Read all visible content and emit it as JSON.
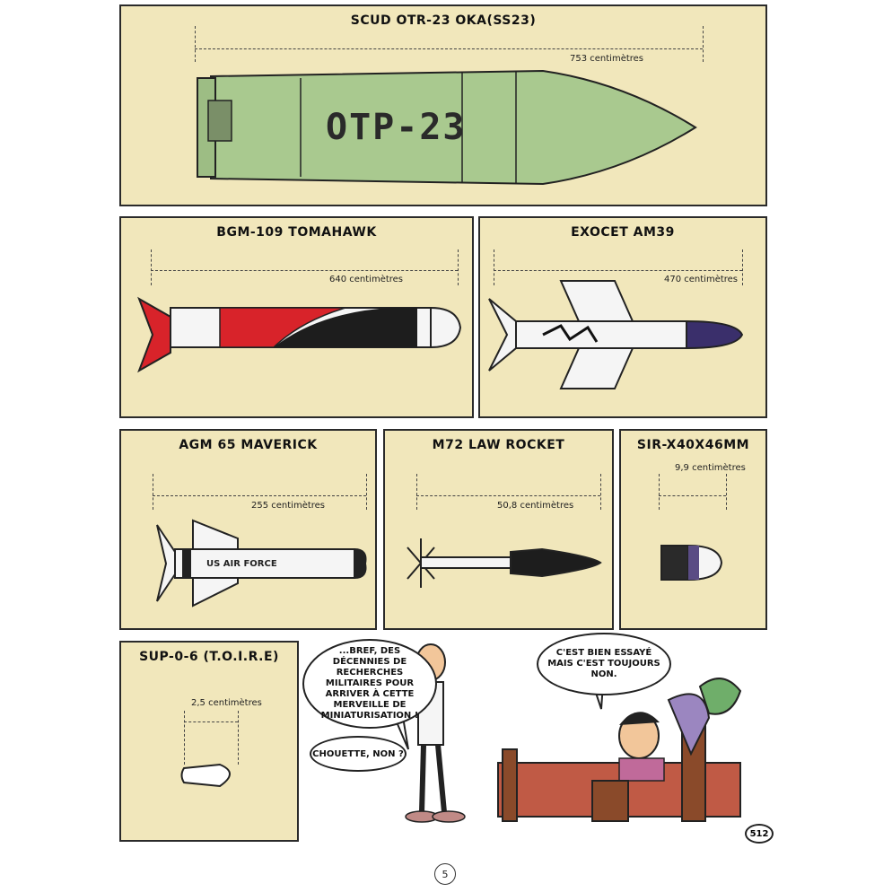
{
  "panels": {
    "scud": {
      "title": "SCUD OTR-23 OKA(SS23)",
      "dimension": "753 centimètres",
      "body_text": "ОТР-23"
    },
    "tomahawk": {
      "title": "BGM-109  TOMAHAWK",
      "dimension": "640 centimètres"
    },
    "exocet": {
      "title": "EXOCET AM39",
      "dimension": "470 centimètres"
    },
    "maverick": {
      "title": "AGM 65 MAVERICK",
      "dimension": "255 centimètres",
      "body_text": "US AIR FORCE"
    },
    "law": {
      "title": "M72 LAW ROCKET",
      "dimension": "50,8 centimètres"
    },
    "sir": {
      "title": "SIR-X40X46MM",
      "dimension": "9,9 centimètres"
    },
    "sup": {
      "title": "SUP-0-6 (T.O.I.R.E)",
      "dimension": "2,5 centimètres"
    }
  },
  "speech": {
    "left": "...BREF, DES DÉCENNIES DE RECHERCHES MILITAIRES POUR ARRIVER À CETTE MERVEILLE DE MINIATURISATION !",
    "left_small": "CHOUETTE, NON ?",
    "right": "C'EST BIEN ESSAYÉ MAIS C'EST TOUJOURS NON."
  },
  "page_number": "5",
  "artist_badge": "512",
  "colors": {
    "panel_bg": "#f1e7bb",
    "scud_green": "#a9c98f",
    "tomahawk_red": "#d8232a",
    "exocet_dark": "#3a2f6b"
  }
}
